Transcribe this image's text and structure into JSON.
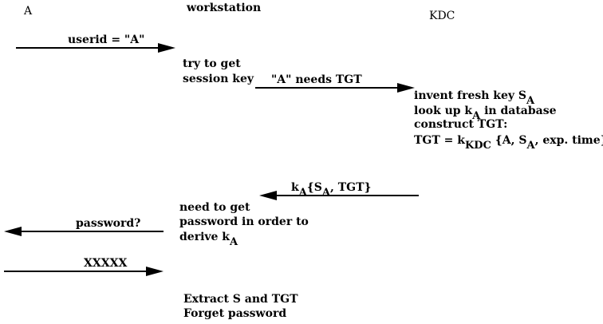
{
  "actors": {
    "user": "A",
    "workstation": "workstation",
    "kdc": "KDC"
  },
  "messages": {
    "userid": "userid = \"A\"",
    "needs_tgt": "\"A\" needs TGT",
    "reply_k": "k",
    "reply_sub_a": "A",
    "reply_mid": "{S",
    "reply_sub_a2": "A",
    "reply_end": ", TGT}",
    "password_prompt": "password?",
    "password_entry": "XXXXX"
  },
  "workstation_notes": {
    "try_line1": "try to get",
    "try_line2": "session key",
    "need_line1": "need to get",
    "need_line2": "password in order to",
    "need_line3_text": "derive k",
    "need_line3_sub": "A",
    "extract": "Extract S  and TGT",
    "forget": "Forget password"
  },
  "kdc_notes": {
    "invent_text": "invent fresh key S",
    "invent_sub": "A",
    "lookup_text1": "look up k",
    "lookup_sub": "A",
    "lookup_text2": " in database",
    "construct": "construct TGT:",
    "tgt_text1": "TGT = k",
    "tgt_sub_kdc": "KDC",
    "tgt_text2": " {A, S",
    "tgt_sub_a": "A",
    "tgt_text3": ", exp. time}"
  }
}
